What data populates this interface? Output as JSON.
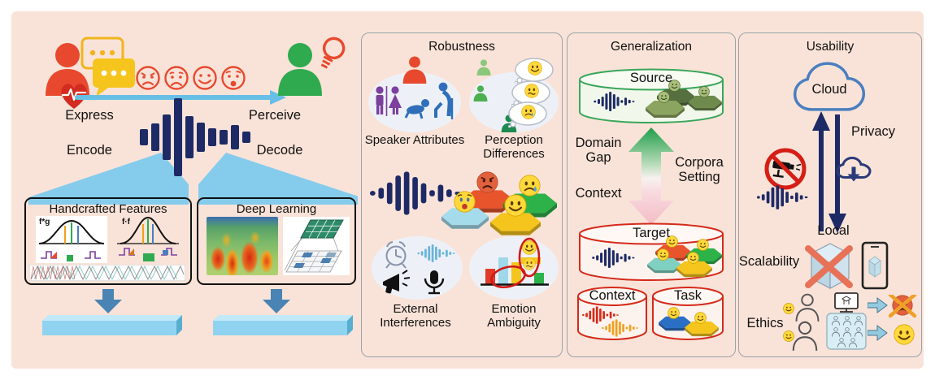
{
  "figure": {
    "left": {
      "express": "Express",
      "perceive": "Perceive",
      "encode": "Encode",
      "decode": "Decode",
      "handcrafted_title": "Handcrafted Features",
      "deep_title": "Deep Learning",
      "conv_label_a": "f*g",
      "conv_label_b": "f·f"
    },
    "robustness": {
      "title": "Robustness",
      "items": [
        {
          "label": "Speaker Attributes"
        },
        {
          "label": "Perception Differences"
        },
        {
          "label": "External Interferences"
        },
        {
          "label": "Emotion Ambiguity"
        }
      ]
    },
    "generalization": {
      "title": "Generalization",
      "source": "Source",
      "domain_gap": "Domain Gap",
      "corpora_setting": "Corpora Setting",
      "context_side": "Context",
      "target": "Target",
      "context_db": "Context",
      "task_db": "Task"
    },
    "usability": {
      "title": "Usability",
      "cloud": "Cloud",
      "privacy": "Privacy",
      "local": "Local",
      "scalability": "Scalability",
      "ethics": "Ethics"
    }
  },
  "palette": {
    "background": "#f9e3d8",
    "waveform_navy": "#1e2a66",
    "sky_blue": "#7fcbea",
    "arrow_blue": "#68bfe6",
    "steel_blue_arrow": "#4a84b4",
    "feature_bar_blue": "#8fd3f0",
    "red": "#e8492e",
    "heart_red": "#d42b20",
    "green": "#2faa4f",
    "yellow": "#f6c51d",
    "purple": "#7c3f9e",
    "icon_blue": "#2f6fba",
    "panel_border": "#9aa2ab",
    "ellipse_fill": "#edf1f7",
    "source_db_stroke": "#3aa65a",
    "target_db_stroke": "#d42a1a",
    "cloud_stroke": "#4a7fc0",
    "prohibition_red": "#d51e15",
    "cross_salmon": "#e87258"
  },
  "icons": {
    "person": "speaker/listener bust",
    "heart-pulse": "heart with ECG line",
    "speech-bubble": "chat bubble with dots",
    "emoji-faces": "angry, sad, happy, surprised faces",
    "waveform": "audio soundwave bars",
    "lightbulb": "idea bulb",
    "thought-bubble": "perception thought cloud",
    "alarm-clock": "external noise clock",
    "megaphone": "loudspeaker",
    "microphone": "recording mic",
    "bar-chart": "emotion distribution bars",
    "database-cylinder": "speech corpus",
    "cloud": "cloud computing",
    "cloud-download": "cloud transfer",
    "no-camera": "no surveillance sign",
    "cube-crossed": "heavy model not scalable",
    "smartphone": "on-device model",
    "crowd-box": "federated user group",
    "monitor": "server screen"
  }
}
